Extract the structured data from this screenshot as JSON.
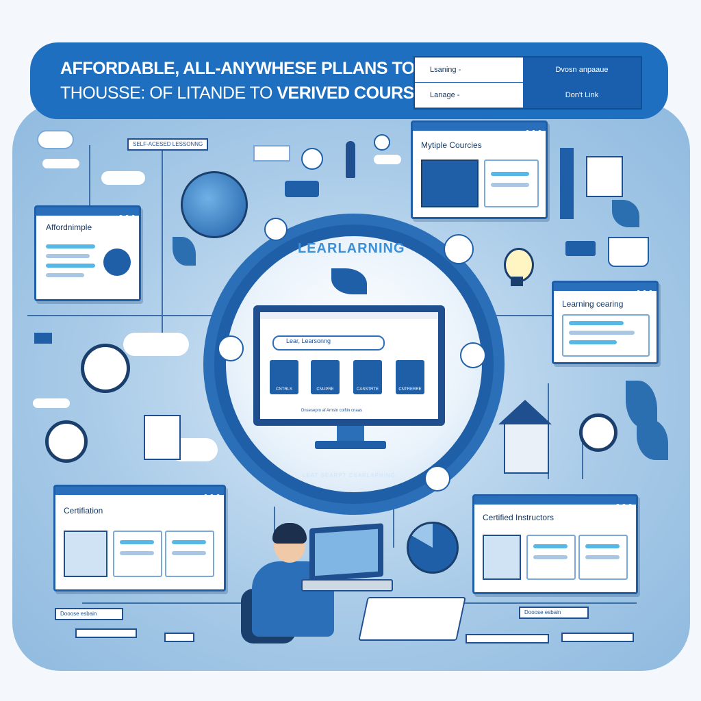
{
  "banner": {
    "line1": "AFFORDABLE, ALL-ANYWHESE PLLANS  TO",
    "line2_a": "THOUSSE: OF LITANDE TO ",
    "line2_b": "VERIVED COURSES.",
    "table": [
      {
        "left": "Lsaning  -",
        "right": "Dvosn anpaaue"
      },
      {
        "left": "Lanage  -",
        "right": "Don't Link"
      }
    ]
  },
  "tags": {
    "top": "SELF-ACESED LESSONNG",
    "bottom_left": "Dooose esbain",
    "bottom_right": "Dooose esbain"
  },
  "windows": {
    "affordable": "Affordnimple",
    "multiple": "Mytiple Courcies",
    "learning": "Learning cearing",
    "certification": "Certifiation",
    "instructors": "Certified Instructors"
  },
  "ring": {
    "title": "LEARLARNING",
    "bottom": "LEAT SEARPT CSARLAPHING"
  },
  "screen": {
    "search": "Lear, Learsonng",
    "tiles": [
      "CNTRLS",
      "CNUPRE",
      "CASSTRTE",
      "CNTRERRE"
    ],
    "footer": "Dnsesepro af Arnsin coiftin cnaas"
  },
  "colors": {
    "brand_blue": "#1f6fc0",
    "dark_blue": "#1a3f6d",
    "accent_cyan": "#55b8e6",
    "background": "#a9cbe8"
  },
  "icons": [
    "clock-icon",
    "cloud-icon",
    "leaf-icon",
    "lightbulb-icon",
    "rocket-icon",
    "globe-icon",
    "house-icon",
    "book-icon",
    "laptop-icon",
    "graduation-cap-icon",
    "plant-icon",
    "pencil-icon"
  ]
}
